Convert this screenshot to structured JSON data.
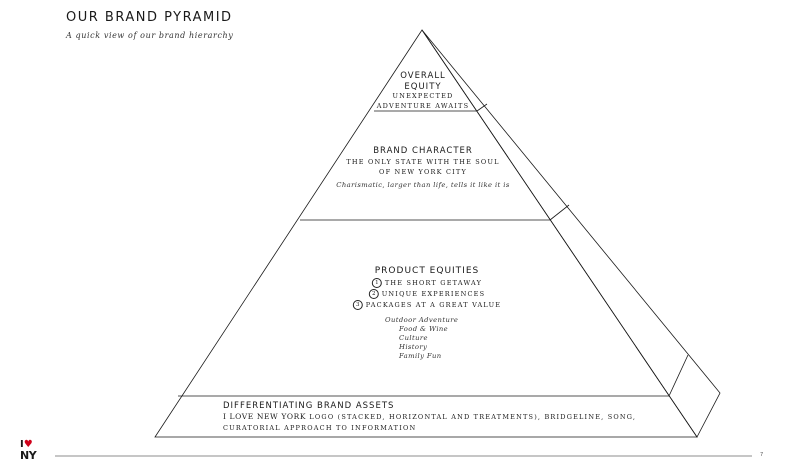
{
  "header": {
    "title": "OUR BRAND PYRAMID",
    "subtitle": "A quick view of our brand hierarchy"
  },
  "tiers": {
    "overall": {
      "heading_line1": "OVERALL",
      "heading_line2": "EQUITY",
      "tagline_line1": "UNEXPECTED",
      "tagline_line2": "ADVENTURE AWAITS"
    },
    "character": {
      "heading": "BRAND CHARACTER",
      "tagline_line1": "THE ONLY STATE WITH THE SOUL",
      "tagline_line2": "OF NEW YORK CITY",
      "description": "Charismatic, larger than life, tells it like it is"
    },
    "product": {
      "heading": "PRODUCT EQUITIES",
      "items": [
        {
          "num": "1",
          "label": "THE SHORT GETAWAY"
        },
        {
          "num": "2",
          "label": "UNIQUE EXPERIENCES"
        },
        {
          "num": "3",
          "label": "PACKAGES AT A GREAT VALUE"
        }
      ],
      "categories": [
        "Outdoor Adventure",
        "Food & Wine",
        "Culture",
        "History",
        "Family Fun"
      ]
    },
    "assets": {
      "heading": "DIFFERENTIATING BRAND ASSETS",
      "line1_strong": "I LOVE NEW YORK",
      "line1_rest": " LOGO (STACKED, HORIZONTAL AND TREATMENTS), BRIDGELINE, SONG,",
      "line2": "CURATORIAL APPROACH TO INFORMATION"
    }
  },
  "footer": {
    "logo_top": "I",
    "logo_bottom": "NY",
    "page_number": "7"
  },
  "colors": {
    "line": "#1a1a1a",
    "heart": "#d0021b"
  }
}
